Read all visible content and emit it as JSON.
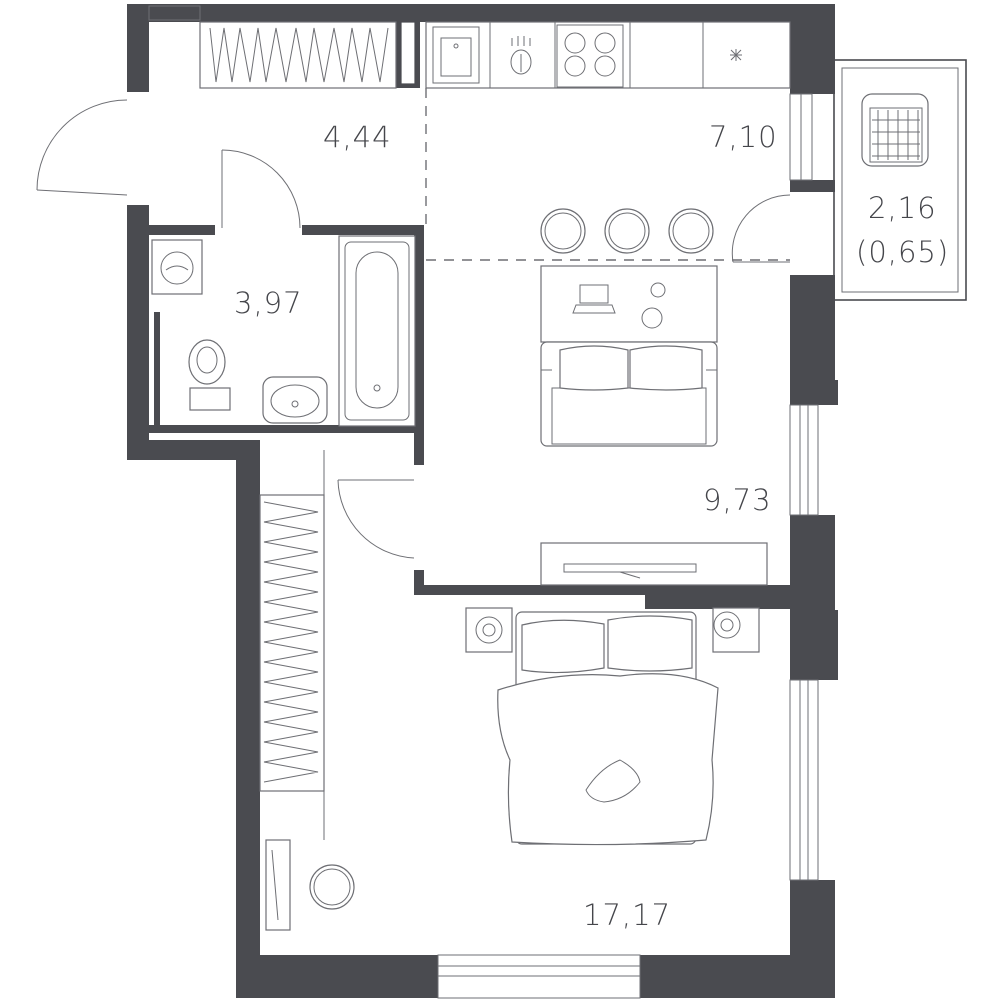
{
  "rooms": {
    "hall": {
      "area": "4,44"
    },
    "kitchen": {
      "area": "7,10"
    },
    "bath": {
      "area": "3,97"
    },
    "balcony": {
      "area": "2,16",
      "area_reduced": "(0,65)"
    },
    "living": {
      "area": "9,73"
    },
    "bedroom": {
      "area": "17,17"
    }
  },
  "colors": {
    "wall": "#4a4b50",
    "line": "#6e6f74",
    "background": "#ffffff"
  }
}
